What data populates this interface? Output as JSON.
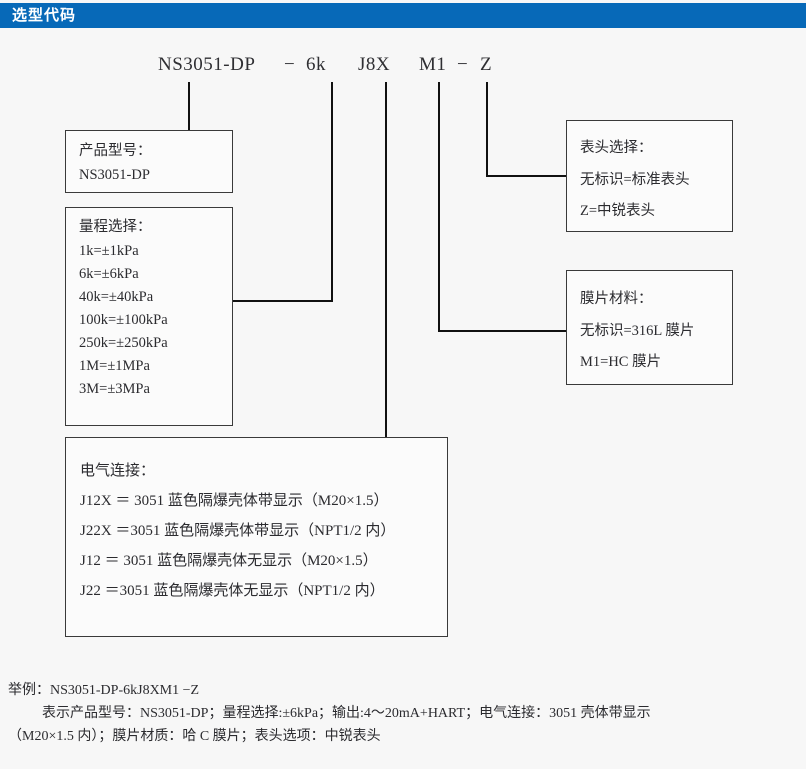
{
  "header": {
    "title": "选型代码",
    "bar_color": "#0769b8",
    "text_color": "#ffffff"
  },
  "code_line": {
    "tokens": [
      {
        "text": "NS3051-DP",
        "name": "code-token-model"
      },
      {
        "text": "−",
        "name": "code-token-dash-1"
      },
      {
        "text": "6k",
        "name": "code-token-range"
      },
      {
        "text": "J8X",
        "name": "code-token-connection"
      },
      {
        "text": "M1",
        "name": "code-token-diaphragm"
      },
      {
        "text": "−",
        "name": "code-token-dash-2"
      },
      {
        "text": "Z",
        "name": "code-token-head"
      }
    ]
  },
  "boxes": {
    "product_model": {
      "title": "产品型号：",
      "lines": [
        "NS3051-DP"
      ]
    },
    "range_select": {
      "title": "量程选择：",
      "lines": [
        "1k=±1kPa",
        "6k=±6kPa",
        "40k=±40kPa",
        "100k=±100kPa",
        "250k=±250kPa",
        "1M=±1MPa",
        "3M=±3MPa"
      ]
    },
    "head_select": {
      "title": "表头选择：",
      "lines": [
        "无标识=标准表头",
        "Z=中锐表头"
      ]
    },
    "diaphragm_material": {
      "title": "膜片材料：",
      "lines": [
        "无标识=316L 膜片",
        "M1=HC 膜片"
      ]
    },
    "electrical_connection": {
      "title": "电气连接：",
      "lines": [
        "J12X ＝ 3051 蓝色隔爆壳体带显示（M20×1.5）",
        "J22X ＝3051 蓝色隔爆壳体带显示（NPT1/2 内）",
        "J12 ＝ 3051 蓝色隔爆壳体无显示（M20×1.5）",
        "J22 ＝3051 蓝色隔爆壳体无显示（NPT1/2 内）"
      ]
    }
  },
  "footer": {
    "line1": "举例：NS3051-DP-6kJ8XM1 −Z",
    "line2": "表示产品型号：NS3051-DP；量程选择:±6kPa；输出:4～20mA+HART；电气连接：3051 壳体带显示",
    "line3": "（M20×1.5 内）；膜片材质：哈 C 膜片；表头选项：中锐表头"
  }
}
